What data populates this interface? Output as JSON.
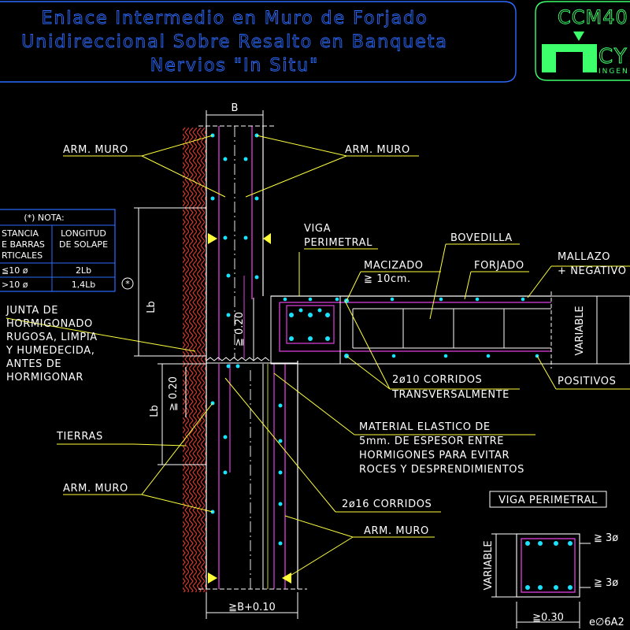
{
  "title": {
    "line1": "Enlace Intermedio en Muro de Forjado",
    "line2": "Unidireccional Sobre Resalto en Banqueta",
    "line3": "Nervios \"In Situ\""
  },
  "logo": {
    "code": "CCM40",
    "brand": "CY",
    "sub": "INGEN"
  },
  "labels": {
    "arm_muro": "ARM. MURO",
    "b": "B",
    "viga": "VIGA",
    "perimetral": "PERIMETRAL",
    "bovedilla": "BOVEDILLA",
    "macizado": "MACIZADO",
    "macizado_min": "≧ 10cm.",
    "forjado": "FORJADO",
    "mallazo": "MALLAZO",
    "negativo": "+ NEGATIVO",
    "variable": "VARIABLE",
    "lb": "Lb",
    "min_020": "≧ 0.20",
    "junta": [
      "JUNTA DE",
      "HORMIGONADO",
      "RUGOSA, LIMPIA",
      "Y HUMEDECIDA,",
      "ANTES DE",
      "HORMIGONAR"
    ],
    "corridos_2_10": "2ø10 CORRIDOS",
    "transversalmente": "TRANSVERSALMENTE",
    "positivos": "POSITIVOS",
    "material": [
      "MATERIAL ELASTICO DE",
      "5mm. DE ESPESOR ENTRE",
      "HORMIGONES PARA EVITAR",
      "ROCES Y DESPRENDIMIENTOS"
    ],
    "tierras": "TIERRAS",
    "corridos_2_16": "2ø16 CORRIDOS",
    "bottom_dim": "≧B+0.10",
    "viga_perimetral_box": "VIGA PERIMETRAL",
    "ge_3a": "≧ 3ø",
    "ge_3b": "≧ 3ø",
    "ge_030": "≧0.30",
    "stirrup": "e∅6A2",
    "star": "*"
  },
  "nota": {
    "heading": "(*) NOTA:",
    "col1": [
      "STANCIA",
      "E BARRAS",
      "RTICALES"
    ],
    "col2": [
      "LONGITUD",
      "DE SOLAPE"
    ],
    "rows": [
      {
        "a": "≦10 ø",
        "b": "2Lb"
      },
      {
        "a": ">10 ø",
        "b": "1,4Lb"
      }
    ]
  },
  "colors": {
    "title": "#2c6bff",
    "frame_blue": "#2c6bff",
    "logo_green": "#3cff6b",
    "yellow": "#ffff3c",
    "cyan": "#19e3ff",
    "magenta": "#e040e0",
    "red": "#e0332a",
    "white": "#ffffff",
    "green": "#5cff7a"
  }
}
